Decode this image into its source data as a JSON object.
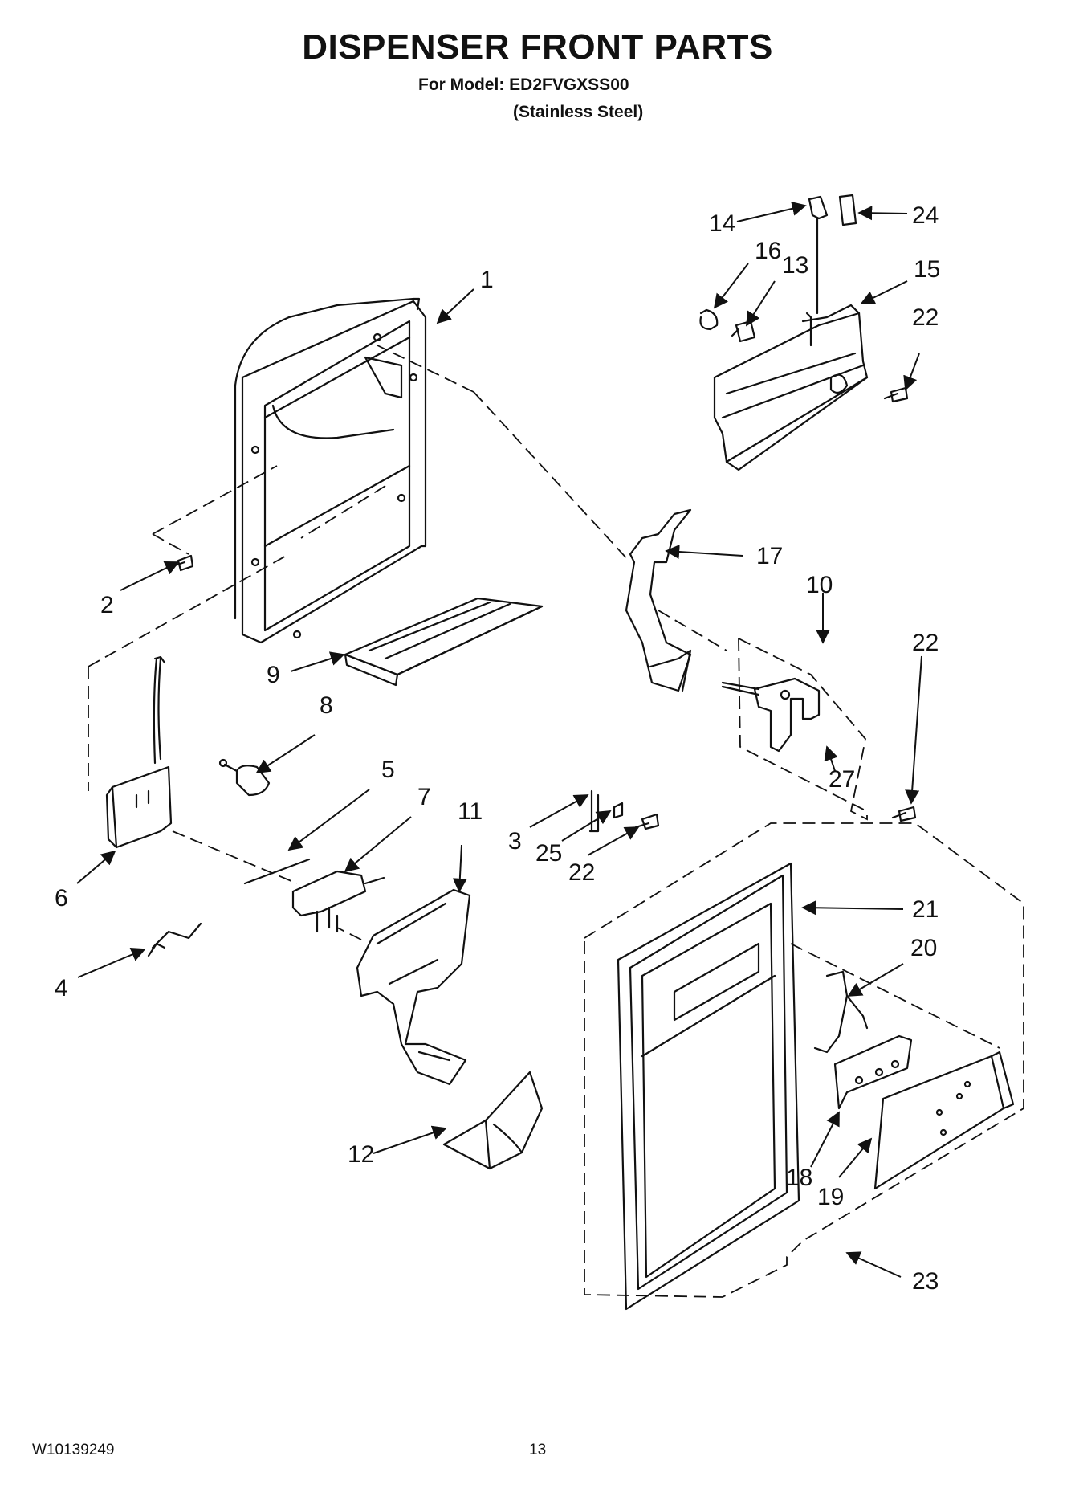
{
  "header": {
    "title": "DISPENSER FRONT PARTS",
    "model_line": "For Model: ED2FVGXSS00",
    "finish_line": "(Stainless Steel)"
  },
  "callouts": [
    {
      "id": "1",
      "label": "1"
    },
    {
      "id": "2",
      "label": "2"
    },
    {
      "id": "3",
      "label": "3"
    },
    {
      "id": "4",
      "label": "4"
    },
    {
      "id": "5",
      "label": "5"
    },
    {
      "id": "6",
      "label": "6"
    },
    {
      "id": "7",
      "label": "7"
    },
    {
      "id": "8",
      "label": "8"
    },
    {
      "id": "9",
      "label": "9"
    },
    {
      "id": "10",
      "label": "10"
    },
    {
      "id": "11",
      "label": "11"
    },
    {
      "id": "12",
      "label": "12"
    },
    {
      "id": "13",
      "label": "13"
    },
    {
      "id": "14",
      "label": "14"
    },
    {
      "id": "15",
      "label": "15"
    },
    {
      "id": "16",
      "label": "16"
    },
    {
      "id": "17",
      "label": "17"
    },
    {
      "id": "18",
      "label": "18"
    },
    {
      "id": "19",
      "label": "19"
    },
    {
      "id": "20",
      "label": "20"
    },
    {
      "id": "21",
      "label": "21"
    },
    {
      "id": "22a",
      "label": "22"
    },
    {
      "id": "22b",
      "label": "22"
    },
    {
      "id": "22c",
      "label": "22"
    },
    {
      "id": "23",
      "label": "23"
    },
    {
      "id": "24",
      "label": "24"
    },
    {
      "id": "25",
      "label": "25"
    },
    {
      "id": "27",
      "label": "27"
    }
  ],
  "footer": {
    "doc_number": "W10139249",
    "page_number": "13"
  }
}
